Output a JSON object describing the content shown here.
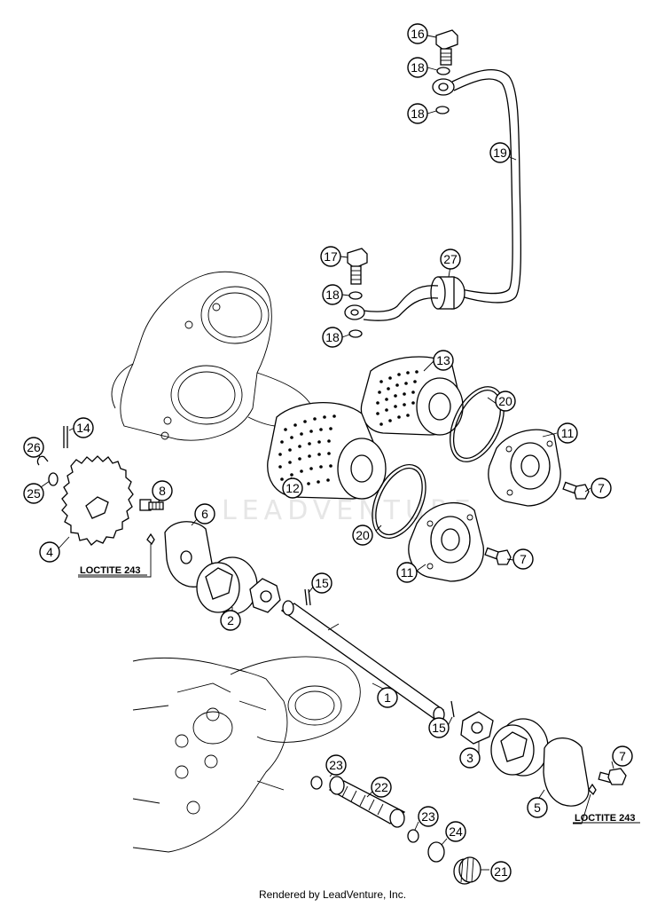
{
  "watermark": "LEADVENTURE",
  "footer": "Rendered by LeadVenture, Inc.",
  "labels": {
    "loctite_left": "LOCTITE 243",
    "loctite_right": "LOCTITE 243"
  },
  "callouts": [
    {
      "id": "c16",
      "text": "16"
    },
    {
      "id": "c18a",
      "text": "18"
    },
    {
      "id": "c18b",
      "text": "18"
    },
    {
      "id": "c19",
      "text": "19"
    },
    {
      "id": "c17",
      "text": "17"
    },
    {
      "id": "c27",
      "text": "27"
    },
    {
      "id": "c18c",
      "text": "18"
    },
    {
      "id": "c18d",
      "text": "18"
    },
    {
      "id": "c13",
      "text": "13"
    },
    {
      "id": "c20a",
      "text": "20"
    },
    {
      "id": "c11a",
      "text": "11"
    },
    {
      "id": "c7a",
      "text": "7"
    },
    {
      "id": "c14",
      "text": "14"
    },
    {
      "id": "c26",
      "text": "26"
    },
    {
      "id": "c25",
      "text": "25"
    },
    {
      "id": "c12",
      "text": "12"
    },
    {
      "id": "c8",
      "text": "8"
    },
    {
      "id": "c6",
      "text": "6"
    },
    {
      "id": "c20b",
      "text": "20"
    },
    {
      "id": "c4",
      "text": "4"
    },
    {
      "id": "c11b",
      "text": "11"
    },
    {
      "id": "c7b",
      "text": "7"
    },
    {
      "id": "c15a",
      "text": "15"
    },
    {
      "id": "c2",
      "text": "2"
    },
    {
      "id": "c1",
      "text": "1"
    },
    {
      "id": "c15b",
      "text": "15"
    },
    {
      "id": "c7c",
      "text": "7"
    },
    {
      "id": "c3",
      "text": "3"
    },
    {
      "id": "c23a",
      "text": "23"
    },
    {
      "id": "c22",
      "text": "22"
    },
    {
      "id": "c5",
      "text": "5"
    },
    {
      "id": "c23b",
      "text": "23"
    },
    {
      "id": "c24",
      "text": "24"
    },
    {
      "id": "c21",
      "text": "21"
    }
  ]
}
